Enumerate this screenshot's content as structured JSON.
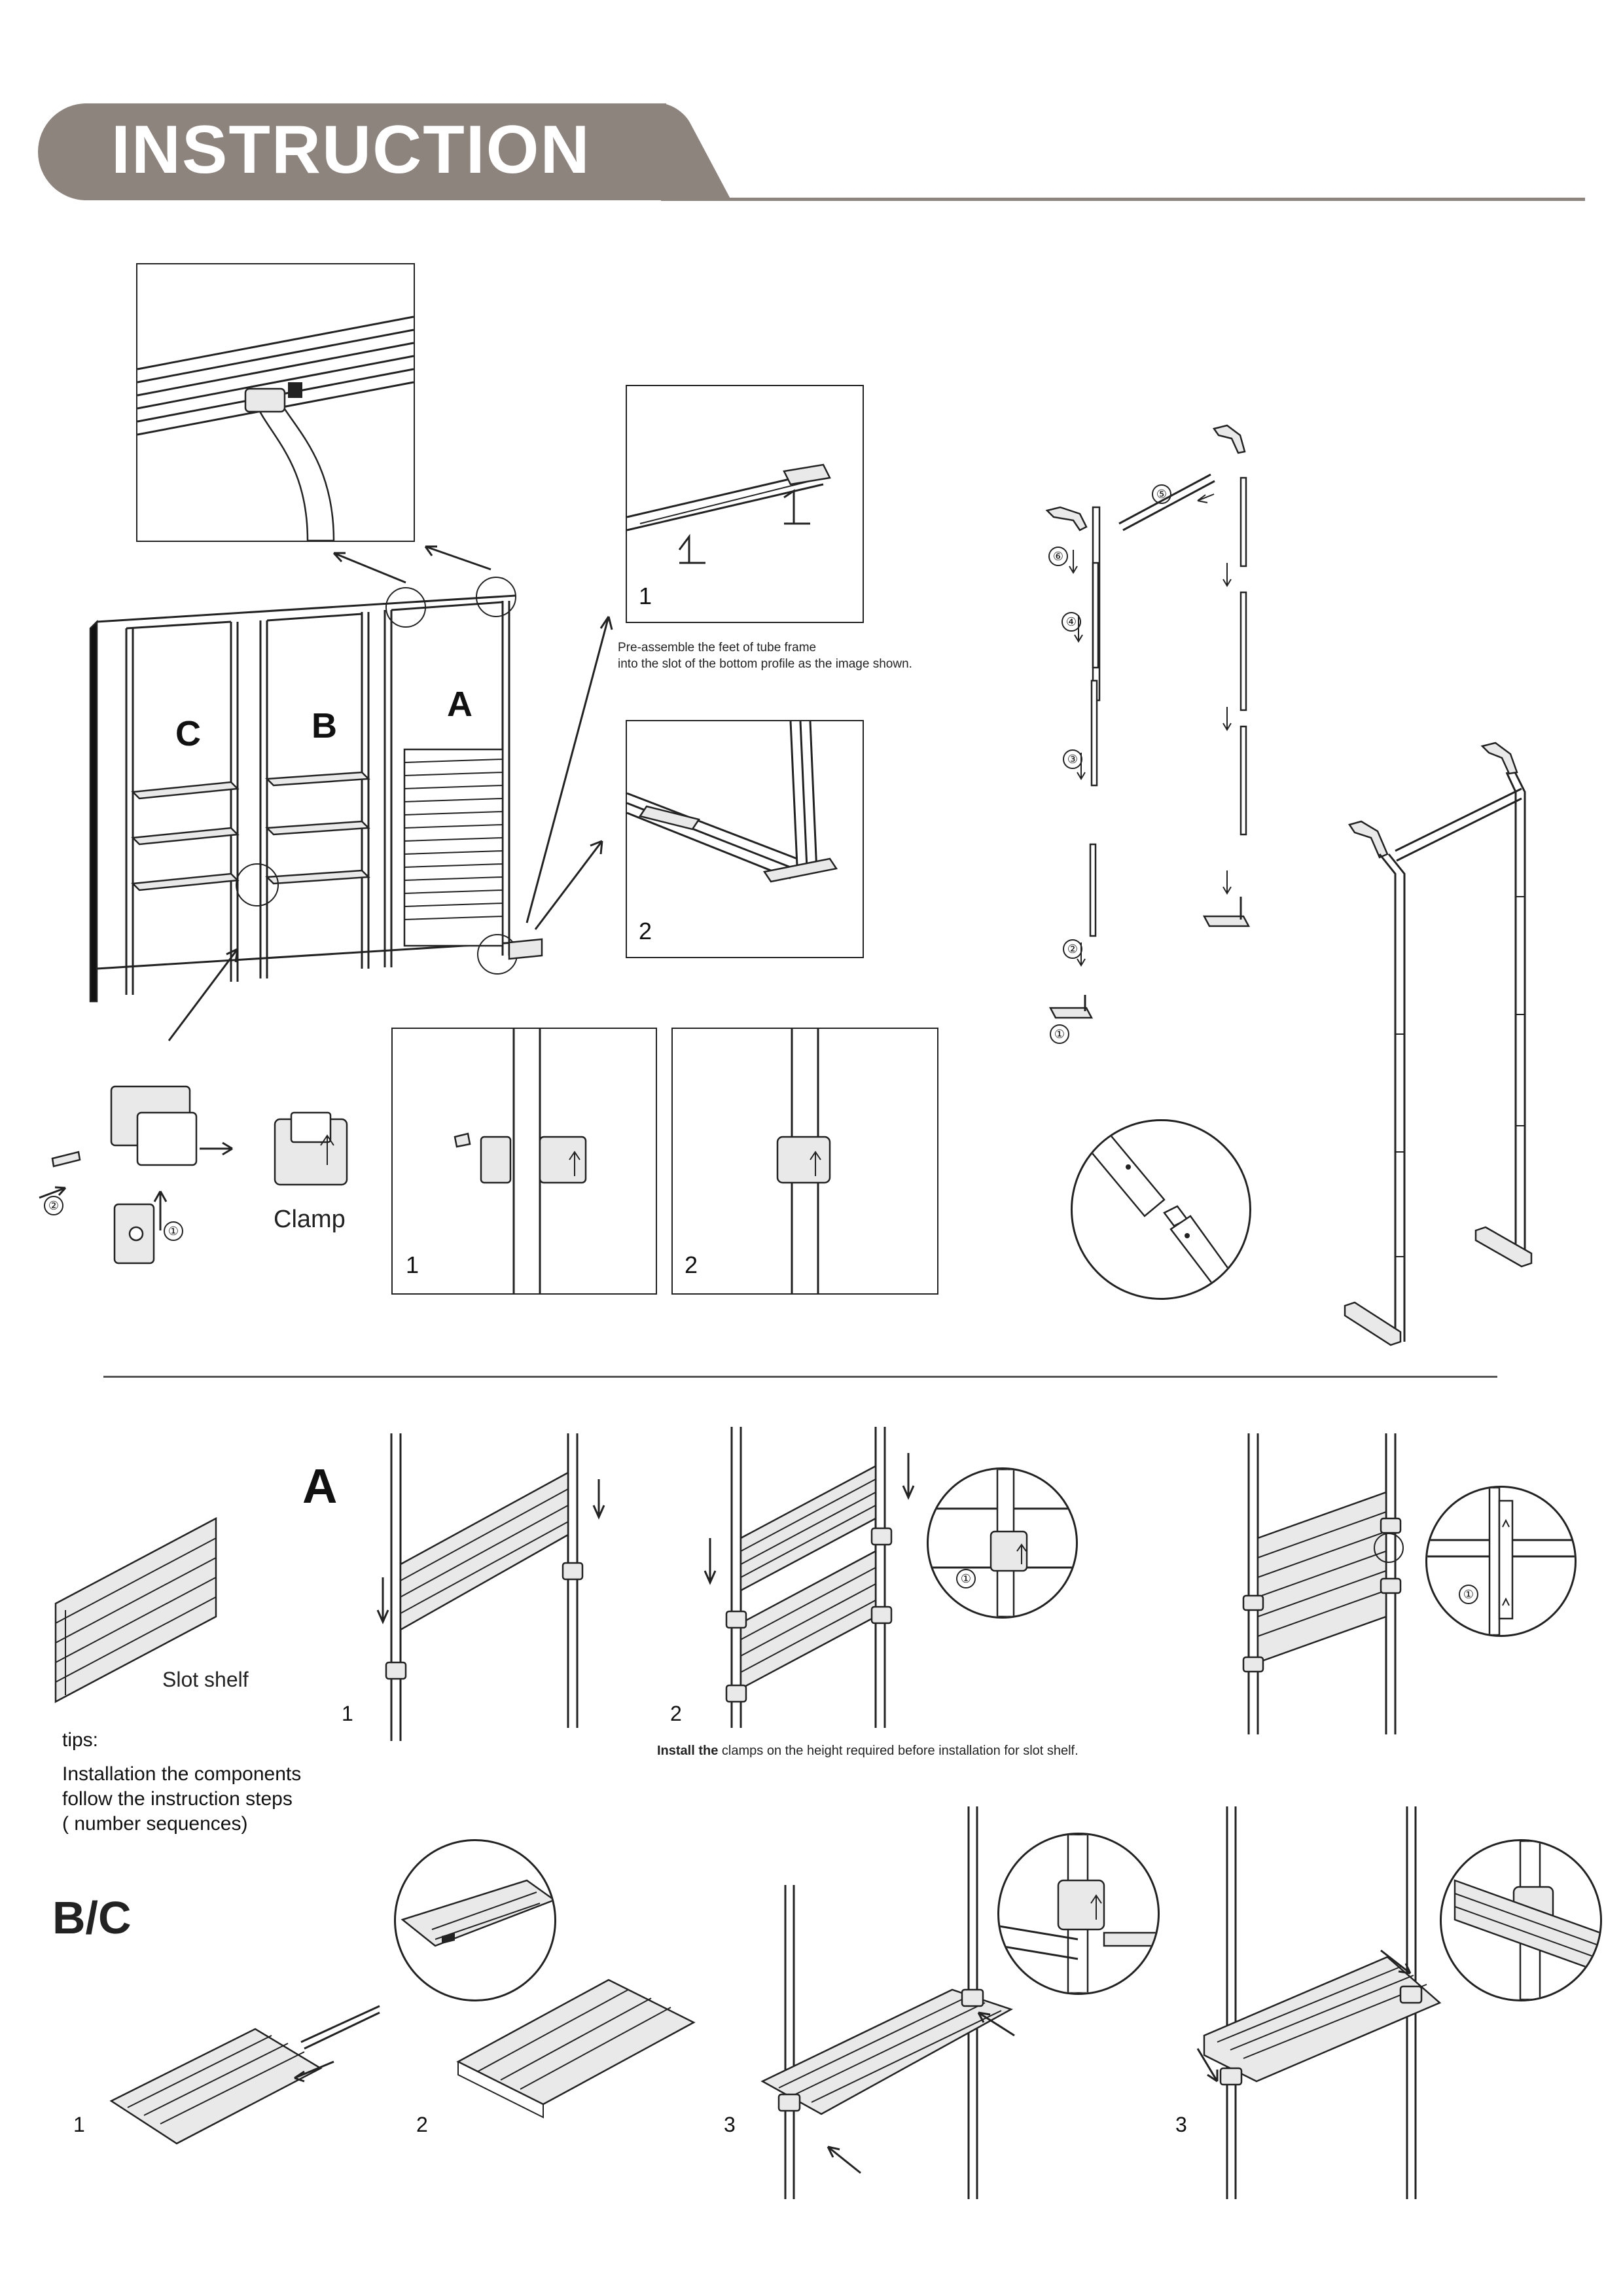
{
  "header": {
    "title": "INSTRUCTION"
  },
  "overview": {
    "label_a": "A",
    "label_b": "B",
    "label_c": "C"
  },
  "feet_steps": {
    "step1": "1",
    "step2": "2",
    "note_line1": "Pre-assemble the feet of tube frame",
    "note_line2": "into the slot of the bottom profile as the image shown."
  },
  "clamp": {
    "label": "Clamp",
    "marker1": "①",
    "marker2": "②",
    "step1": "1",
    "step2": "2"
  },
  "frame_markers": [
    "①",
    "②",
    "③",
    "④",
    "⑤",
    "⑥"
  ],
  "section_a": {
    "title": "A",
    "slot_shelf_label": "Slot shelf",
    "step1": "1",
    "step2": "2",
    "marker_detail_1": "①",
    "marker_detail_2": "①",
    "note_bold": "Install the",
    "note_rest": " clamps on the height required before installation for slot shelf."
  },
  "tips": {
    "heading": "tips:",
    "line1": "Installation the components",
    "line2": "follow the instruction steps",
    "line3": "( number sequences)"
  },
  "section_bc": {
    "title": "B/C",
    "step1": "1",
    "step2": "2",
    "step3a": "3",
    "step3b": "3"
  }
}
